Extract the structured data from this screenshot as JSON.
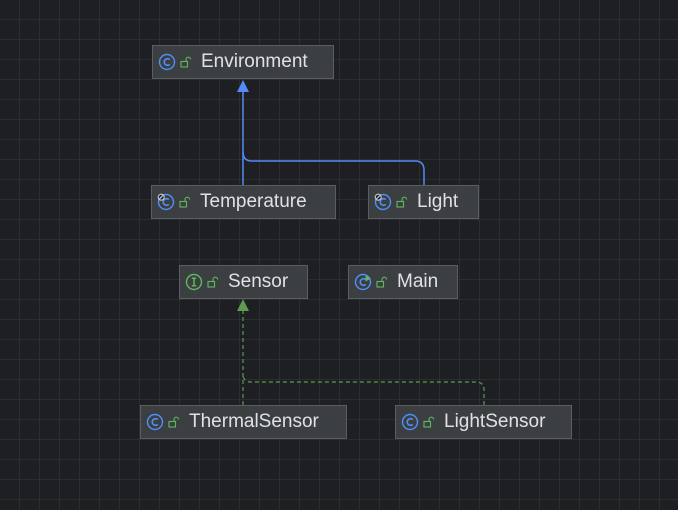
{
  "nodes": [
    {
      "id": "environment",
      "name": "Environment",
      "kind": "class"
    },
    {
      "id": "temperature",
      "name": "Temperature",
      "kind": "abstract-class"
    },
    {
      "id": "light",
      "name": "Light",
      "kind": "abstract-class"
    },
    {
      "id": "sensor",
      "name": "Sensor",
      "kind": "interface"
    },
    {
      "id": "main",
      "name": "Main",
      "kind": "runnable-class"
    },
    {
      "id": "thermalsensor",
      "name": "ThermalSensor",
      "kind": "class"
    },
    {
      "id": "lightsensor",
      "name": "LightSensor",
      "kind": "class"
    }
  ],
  "edges": [
    {
      "type": "extends",
      "from": "temperature",
      "to": "environment"
    },
    {
      "type": "extends",
      "from": "light",
      "to": "environment"
    },
    {
      "type": "implements",
      "from": "thermalsensor",
      "to": "sensor"
    },
    {
      "type": "implements",
      "from": "lightsensor",
      "to": "sensor"
    }
  ],
  "colors": {
    "background": "#1e1f22",
    "node_fill": "#3c3f41",
    "node_border": "#5a5d61",
    "node_text": "#dfe1e5",
    "extends_edge": "#548af7",
    "implements_edge": "#5f9a4f",
    "class_icon": "#4f8ff7",
    "interface_icon": "#5fb85f",
    "public_icon": "#5fb85f"
  }
}
